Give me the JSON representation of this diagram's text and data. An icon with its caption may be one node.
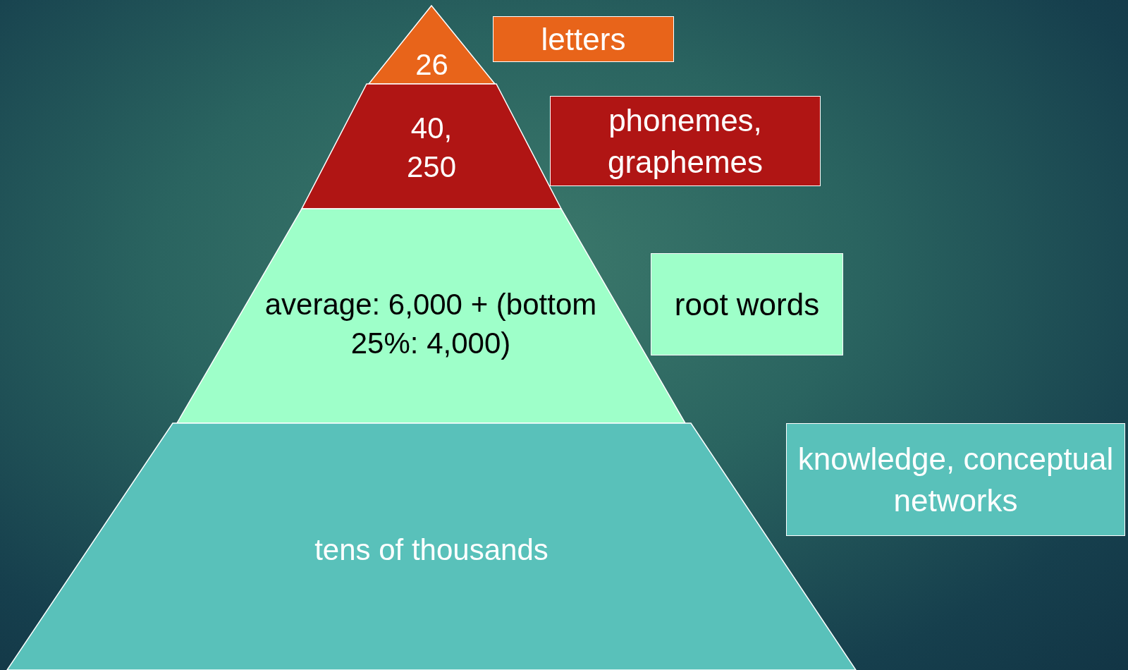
{
  "diagram": {
    "nodes": [
      {
        "text": [
          "26"
        ]
      },
      {
        "text": [
          "40, 250"
        ]
      },
      {
        "text": [
          "average: 6,000 + (bottom 25%: 4,000)"
        ]
      },
      {
        "text": [
          "tens of thousands"
        ]
      },
      {
        "text": [
          "letters"
        ]
      },
      {
        "text": [
          "phonemes, graphemes"
        ]
      },
      {
        "text": [
          "root words"
        ]
      },
      {
        "text": [
          "knowledge, conceptual networks"
        ]
      }
    ]
  }
}
